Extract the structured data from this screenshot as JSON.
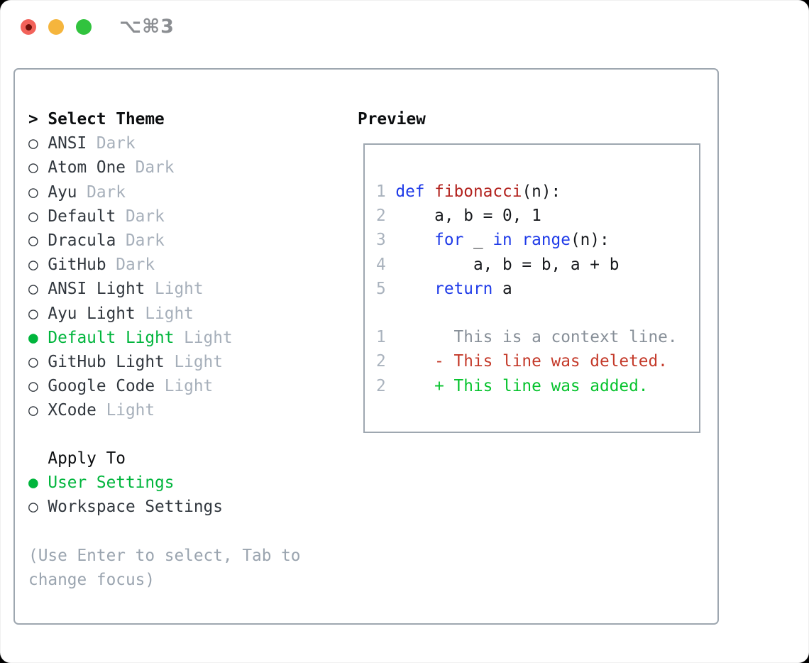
{
  "titlebar": {
    "title": "⌥⌘3"
  },
  "markers": {
    "header": ">",
    "selected": "●",
    "unselected": "○"
  },
  "theme_menu": {
    "header": "Select Theme",
    "themes": [
      {
        "name": "ANSI",
        "variant": "Dark",
        "selected": false
      },
      {
        "name": "Atom One",
        "variant": "Dark",
        "selected": false
      },
      {
        "name": "Ayu",
        "variant": "Dark",
        "selected": false
      },
      {
        "name": "Default",
        "variant": "Dark",
        "selected": false
      },
      {
        "name": "Dracula",
        "variant": "Dark",
        "selected": false
      },
      {
        "name": "GitHub",
        "variant": "Dark",
        "selected": false
      },
      {
        "name": "ANSI Light",
        "variant": "Light",
        "selected": false
      },
      {
        "name": "Ayu Light",
        "variant": "Light",
        "selected": false
      },
      {
        "name": "Default Light",
        "variant": "Light",
        "selected": true
      },
      {
        "name": "GitHub Light",
        "variant": "Light",
        "selected": false
      },
      {
        "name": "Google Code",
        "variant": "Light",
        "selected": false
      },
      {
        "name": "XCode",
        "variant": "Light",
        "selected": false
      }
    ]
  },
  "apply_to": {
    "title": "Apply To",
    "options": [
      {
        "label": "User Settings",
        "selected": true
      },
      {
        "label": "Workspace Settings",
        "selected": false
      }
    ]
  },
  "hint": "(Use Enter to select, Tab to change focus)",
  "preview": {
    "title": "Preview",
    "lines": [
      {
        "num": "1",
        "kind": "code",
        "tokens": [
          {
            "text": "def",
            "role": "keyword"
          },
          {
            "text": " ",
            "role": "plain"
          },
          {
            "text": "fibonacci",
            "role": "function_name"
          },
          {
            "text": "(n):",
            "role": "plain"
          }
        ]
      },
      {
        "num": "2",
        "kind": "code",
        "tokens": [
          {
            "text": "    a, b = 0, 1",
            "role": "plain"
          }
        ]
      },
      {
        "num": "3",
        "kind": "code",
        "tokens": [
          {
            "text": "    ",
            "role": "plain"
          },
          {
            "text": "for",
            "role": "keyword"
          },
          {
            "text": " _ ",
            "role": "plain"
          },
          {
            "text": "in",
            "role": "keyword"
          },
          {
            "text": " ",
            "role": "plain"
          },
          {
            "text": "range",
            "role": "keyword"
          },
          {
            "text": "(n):",
            "role": "plain"
          }
        ]
      },
      {
        "num": "4",
        "kind": "code",
        "tokens": [
          {
            "text": "        a, b = b, a + b",
            "role": "plain"
          }
        ]
      },
      {
        "num": "5",
        "kind": "code",
        "tokens": [
          {
            "text": "    ",
            "role": "plain"
          },
          {
            "text": "return",
            "role": "keyword"
          },
          {
            "text": " a",
            "role": "plain"
          }
        ]
      },
      {
        "num": "",
        "kind": "blank",
        "tokens": []
      },
      {
        "num": "1",
        "kind": "context",
        "tokens": [
          {
            "text": "      This is a context line.",
            "role": "context"
          }
        ]
      },
      {
        "num": "2",
        "kind": "deleted",
        "tokens": [
          {
            "text": "    - This line was deleted.",
            "role": "deleted"
          }
        ]
      },
      {
        "num": "2",
        "kind": "added",
        "tokens": [
          {
            "text": "    + This line was added.",
            "role": "added"
          }
        ]
      }
    ]
  },
  "colors": {
    "accent_selected": "#00b53c",
    "added": "#06c32d",
    "deleted": "#c43a2a",
    "keyword": "#1e3ae8",
    "function_name": "#b2211d",
    "plain": "#16181c",
    "context": "#878f98",
    "line_number": "#a9b2bd",
    "muted": "#a6afba",
    "hint_text": "#9aa4af",
    "item_text": "#31373e",
    "header_text": "#0c0e10",
    "panel_border": "#9ea7b0",
    "title_gray": "#8b8e92",
    "dot_red": "#f2625a",
    "dot_red_inner": "#6e100a",
    "dot_yellow": "#f5b53d",
    "dot_green": "#31c33e"
  }
}
